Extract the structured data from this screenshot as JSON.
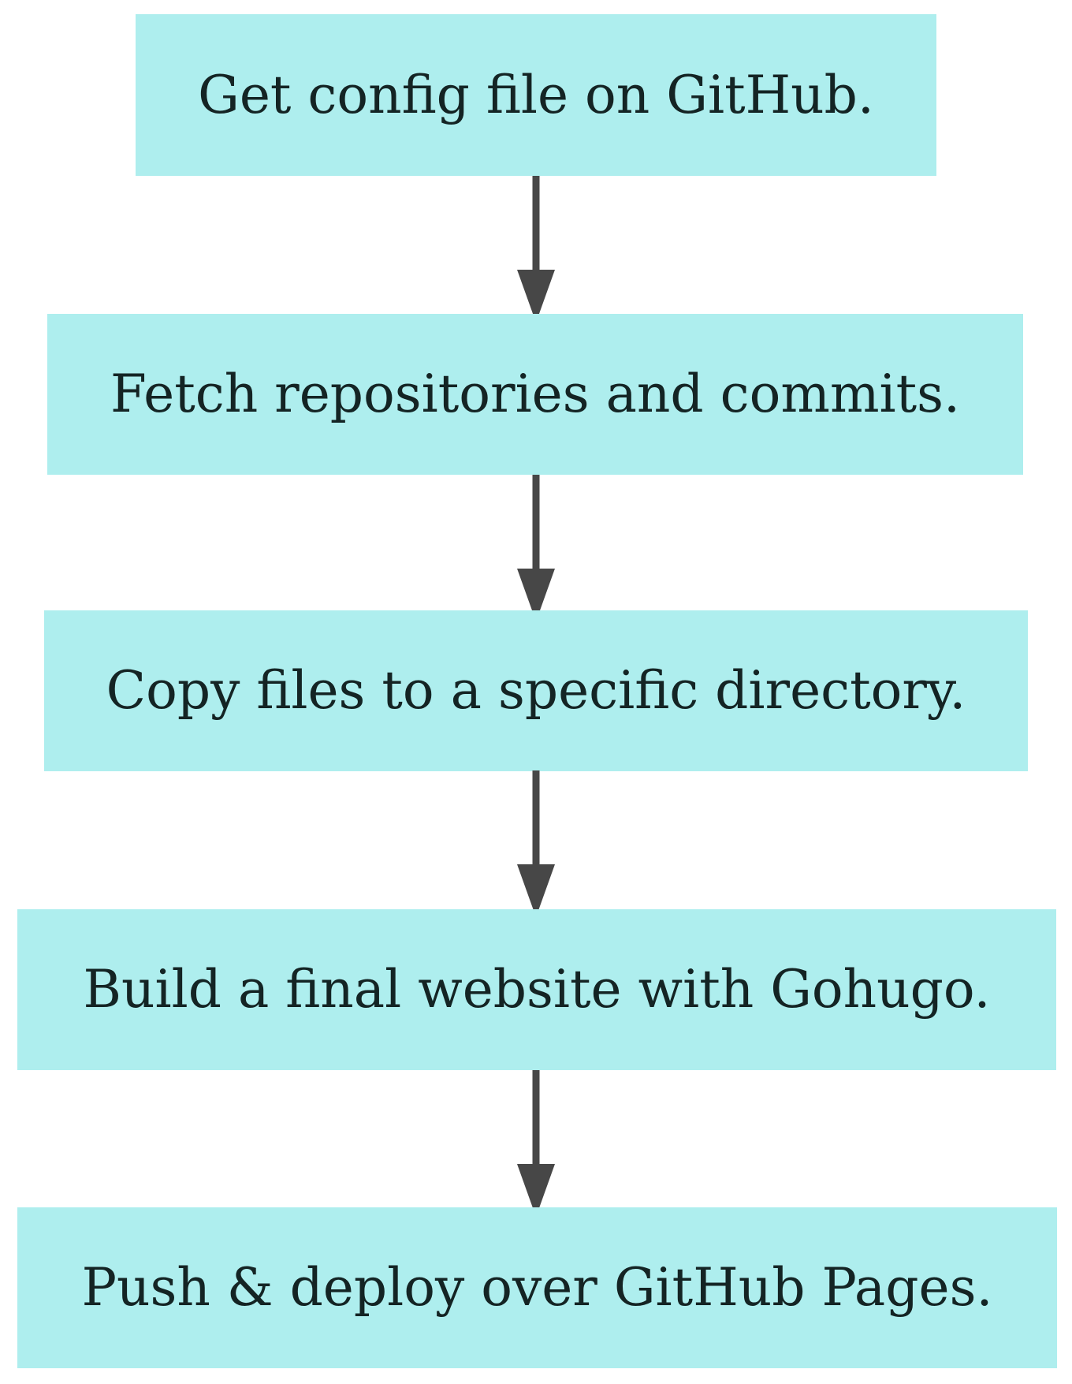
{
  "diagram": {
    "type": "flowchart",
    "direction": "top-to-bottom",
    "colors": {
      "background": "#ffffff",
      "node_fill": "#aeeeee",
      "text_color": "#142424",
      "arrow_color": "#474747"
    },
    "nodes": [
      {
        "id": "get-config",
        "label": "Get config file on GitHub."
      },
      {
        "id": "fetch-repos",
        "label": "Fetch repositories and commits."
      },
      {
        "id": "copy-files",
        "label": "Copy files to a specific directory."
      },
      {
        "id": "build-site",
        "label": "Build a final website with Gohugo."
      },
      {
        "id": "push-deploy",
        "label": "Push & deploy over GitHub Pages."
      }
    ],
    "edges": [
      {
        "from": "get-config",
        "to": "fetch-repos"
      },
      {
        "from": "fetch-repos",
        "to": "copy-files"
      },
      {
        "from": "copy-files",
        "to": "build-site"
      },
      {
        "from": "build-site",
        "to": "push-deploy"
      }
    ]
  }
}
